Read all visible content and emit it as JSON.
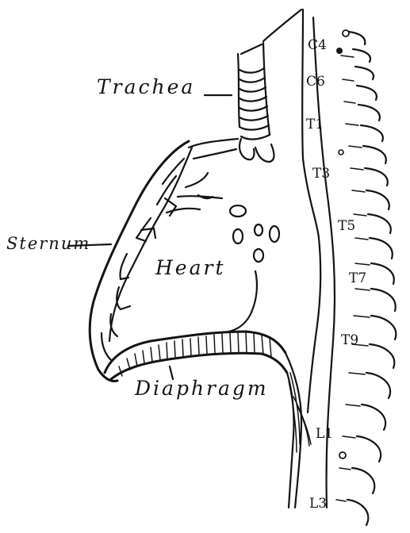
{
  "labels": {
    "trachea": "Trachea",
    "sternum": "Sternum",
    "heart": "Heart",
    "diaphragm": "Diaphragm"
  },
  "vertebra_labels": {
    "c4": "C4",
    "c6": "C6",
    "t1": "T1",
    "t3": "T3",
    "t5": "T5",
    "t7": "T7",
    "t9": "T9",
    "l1": "L1",
    "l3": "L3"
  },
  "colors": {
    "ink": "#141414",
    "paper": "#ffffff"
  }
}
